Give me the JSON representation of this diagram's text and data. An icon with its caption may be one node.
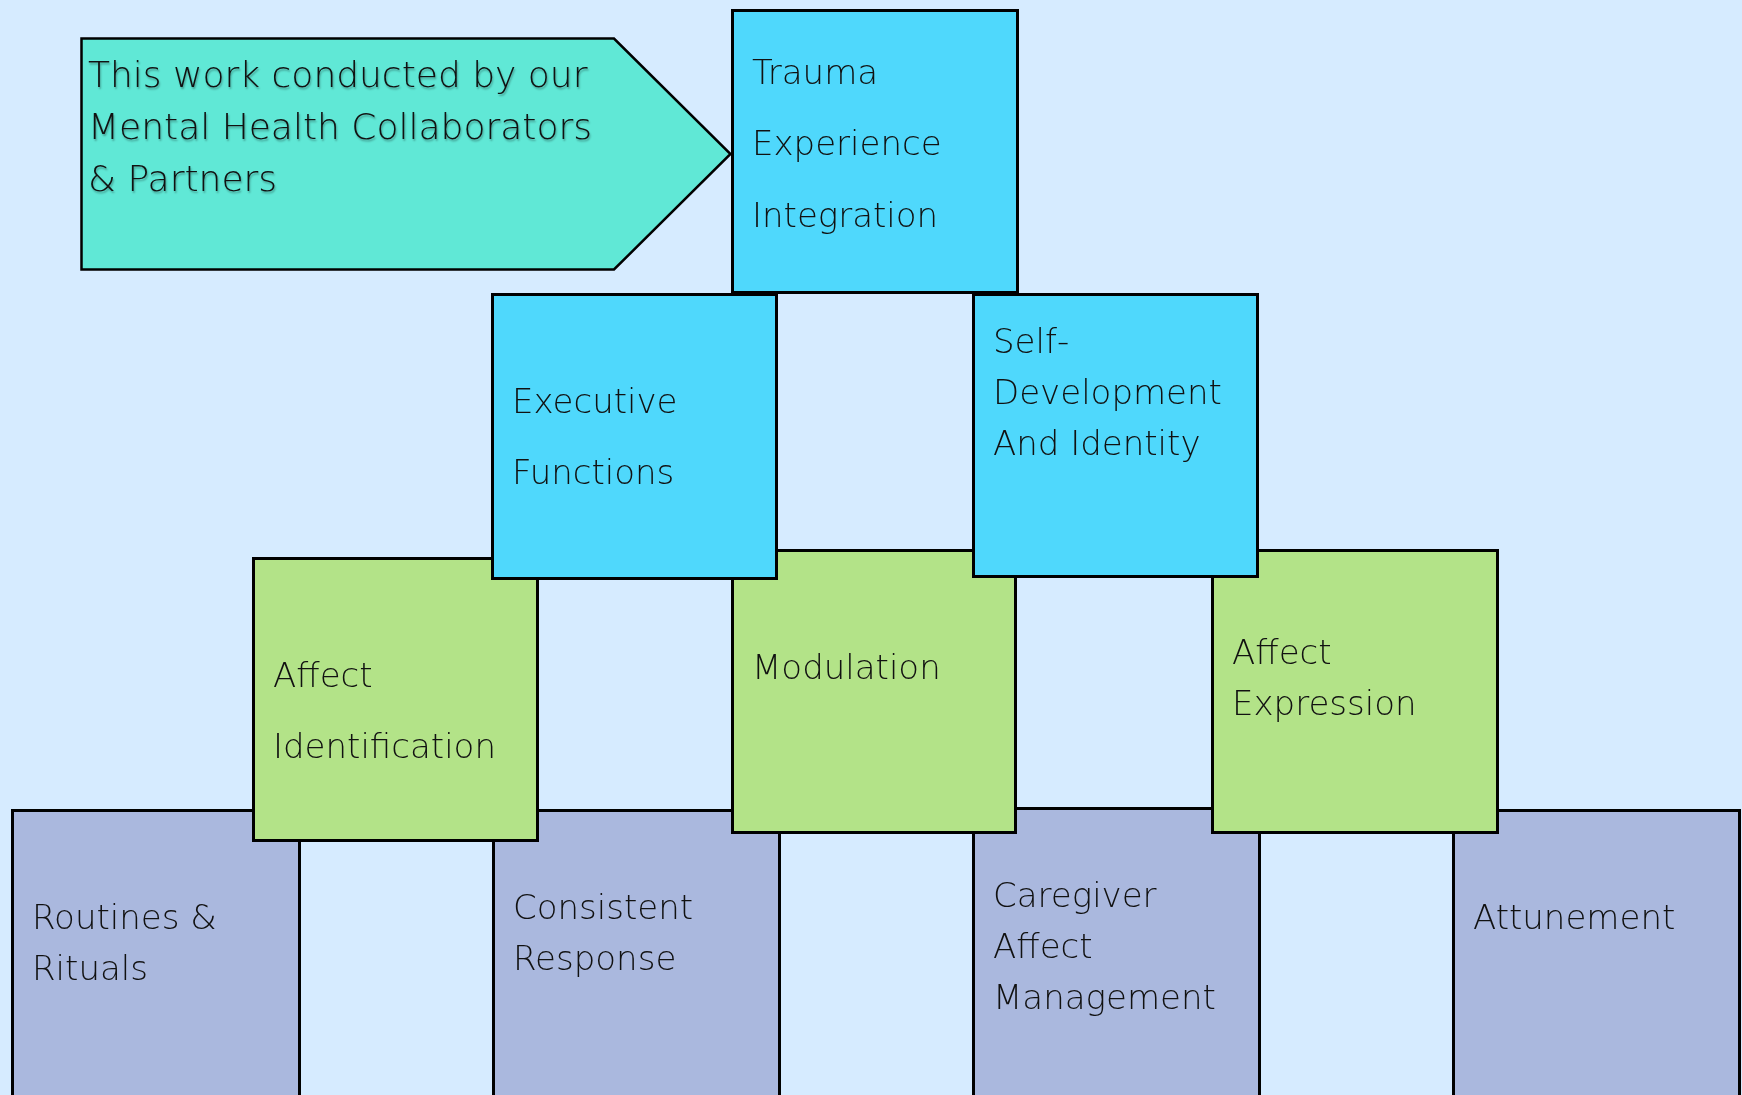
{
  "diagram": {
    "nodes": [
      {
        "text": [
          "This work conducted by our Mental Health Collaborators & Partners"
        ]
      },
      {
        "text": [
          "Trauma Experience Integration"
        ]
      },
      {
        "text": [
          "Executive Functions"
        ]
      },
      {
        "text": [
          "Self-Development And Identity"
        ]
      },
      {
        "text": [
          "Affect Identification"
        ]
      },
      {
        "text": [
          "Modulation"
        ]
      },
      {
        "text": [
          "Affect Expression"
        ]
      },
      {
        "text": [
          "Routines & Rituals"
        ]
      },
      {
        "text": [
          "Consistent Response"
        ]
      },
      {
        "text": [
          "Caregiver Affect Management"
        ]
      },
      {
        "text": [
          "Attunement"
        ]
      }
    ]
  }
}
